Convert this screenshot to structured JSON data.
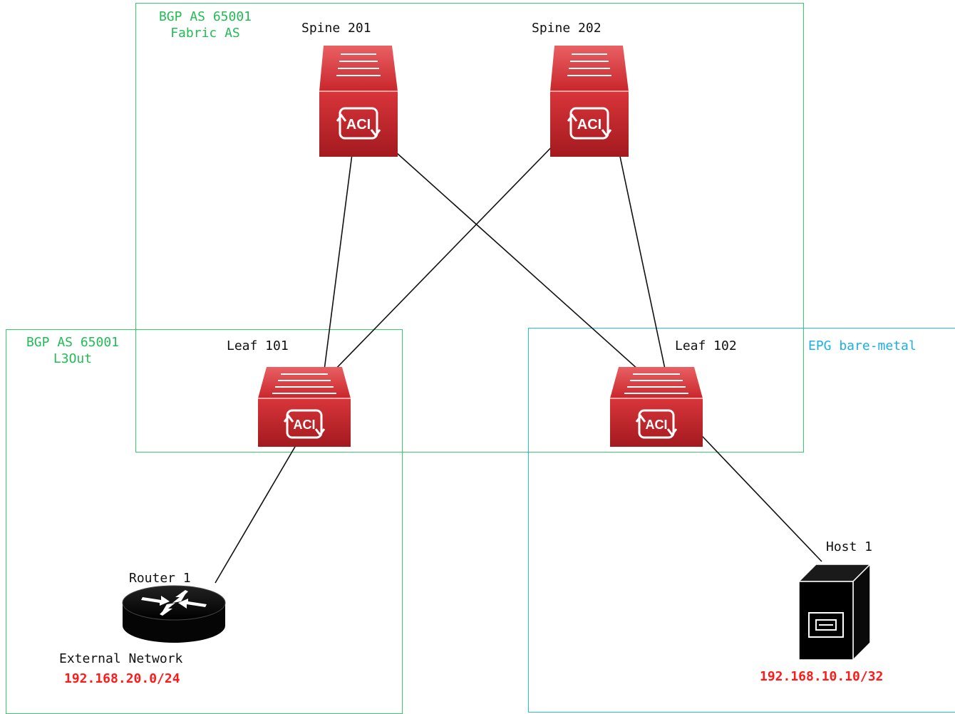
{
  "zones": {
    "fabric": {
      "title": "BGP AS 65001",
      "subtitle": "Fabric AS"
    },
    "l3out": {
      "title": "BGP AS 65001",
      "subtitle": "L3Out"
    },
    "epg": {
      "title": "EPG bare-metal"
    }
  },
  "devices": {
    "spine201": {
      "label": "Spine 201",
      "badge": "ACI"
    },
    "spine202": {
      "label": "Spine 202",
      "badge": "ACI"
    },
    "leaf101": {
      "label": "Leaf 101",
      "badge": "ACI"
    },
    "leaf102": {
      "label": "Leaf 102",
      "badge": "ACI"
    },
    "router1": {
      "label": "Router 1",
      "caption": "External Network",
      "address": "192.168.20.0/24"
    },
    "host1": {
      "label": "Host 1",
      "address": "192.168.10.10/32"
    }
  },
  "colors": {
    "zone_green": "#33cc66",
    "zone_cyan": "#22bbee",
    "switch_red": "#c8262b",
    "address_red": "#ff1a1a",
    "link": "#111111"
  },
  "icons": {
    "spine": "aci-spine-switch-icon",
    "leaf": "aci-leaf-switch-icon",
    "router": "router-icon",
    "host": "server-icon"
  }
}
